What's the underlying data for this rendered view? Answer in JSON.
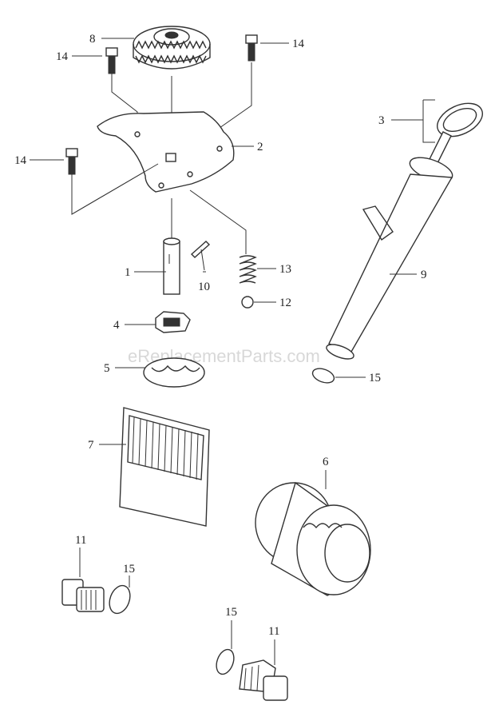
{
  "watermark": "eReplacementParts.com",
  "callouts": {
    "c1": "1",
    "c2": "2",
    "c3": "3",
    "c4": "4",
    "c5": "5",
    "c6": "6",
    "c7": "7",
    "c8": "8",
    "c9": "9",
    "c10": "10",
    "c11a": "11",
    "c11b": "11",
    "c12": "12",
    "c13": "13",
    "c14a": "14",
    "c14b": "14",
    "c14c": "14",
    "c15a": "15",
    "c15b": "15",
    "c15c": "15"
  }
}
